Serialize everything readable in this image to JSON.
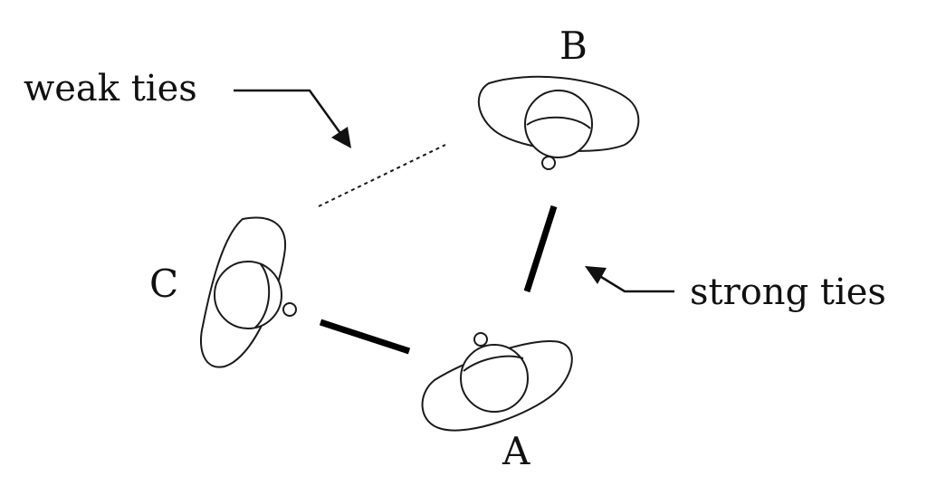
{
  "nodes": {
    "a": {
      "label": "A"
    },
    "b": {
      "label": "B"
    },
    "c": {
      "label": "C"
    }
  },
  "callouts": {
    "weak_ties": "weak ties",
    "strong_ties": "strong ties"
  }
}
